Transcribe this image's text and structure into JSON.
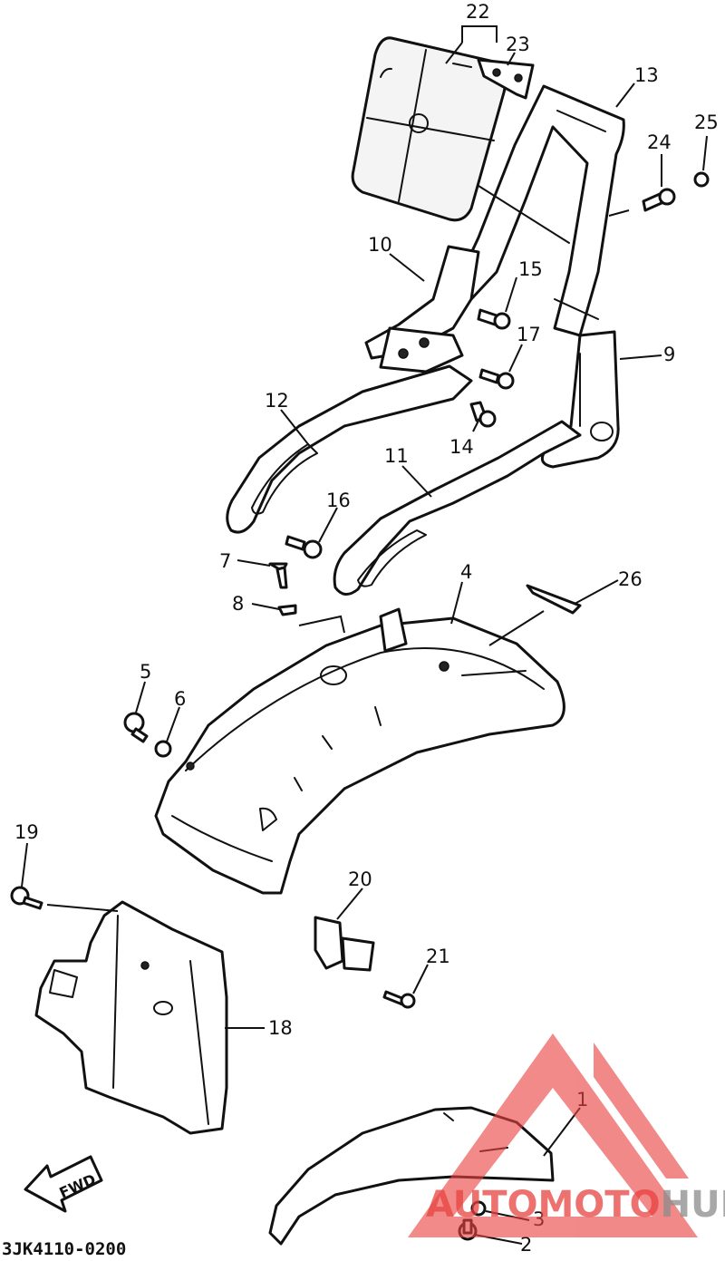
{
  "diagram_code": "3JK4110-0200",
  "fwd_label": "FWD",
  "watermark": {
    "text_a": "AUTO",
    "text_b": "MOTO",
    "text_c": "HUB",
    "color_red": "#e8423f",
    "color_gray": "#8c8c8c"
  },
  "callouts": {
    "c1": "1",
    "c2": "2",
    "c3": "3",
    "c4": "4",
    "c5": "5",
    "c6": "6",
    "c7": "7",
    "c8": "8",
    "c9": "9",
    "c10": "10",
    "c11": "11",
    "c12": "12",
    "c13": "13",
    "c14": "14",
    "c15": "15",
    "c16": "16",
    "c17": "17",
    "c18": "18",
    "c19": "19",
    "c20": "20",
    "c21": "21",
    "c22": "22",
    "c23": "23",
    "c24": "24",
    "c25": "25",
    "c26": "26"
  }
}
